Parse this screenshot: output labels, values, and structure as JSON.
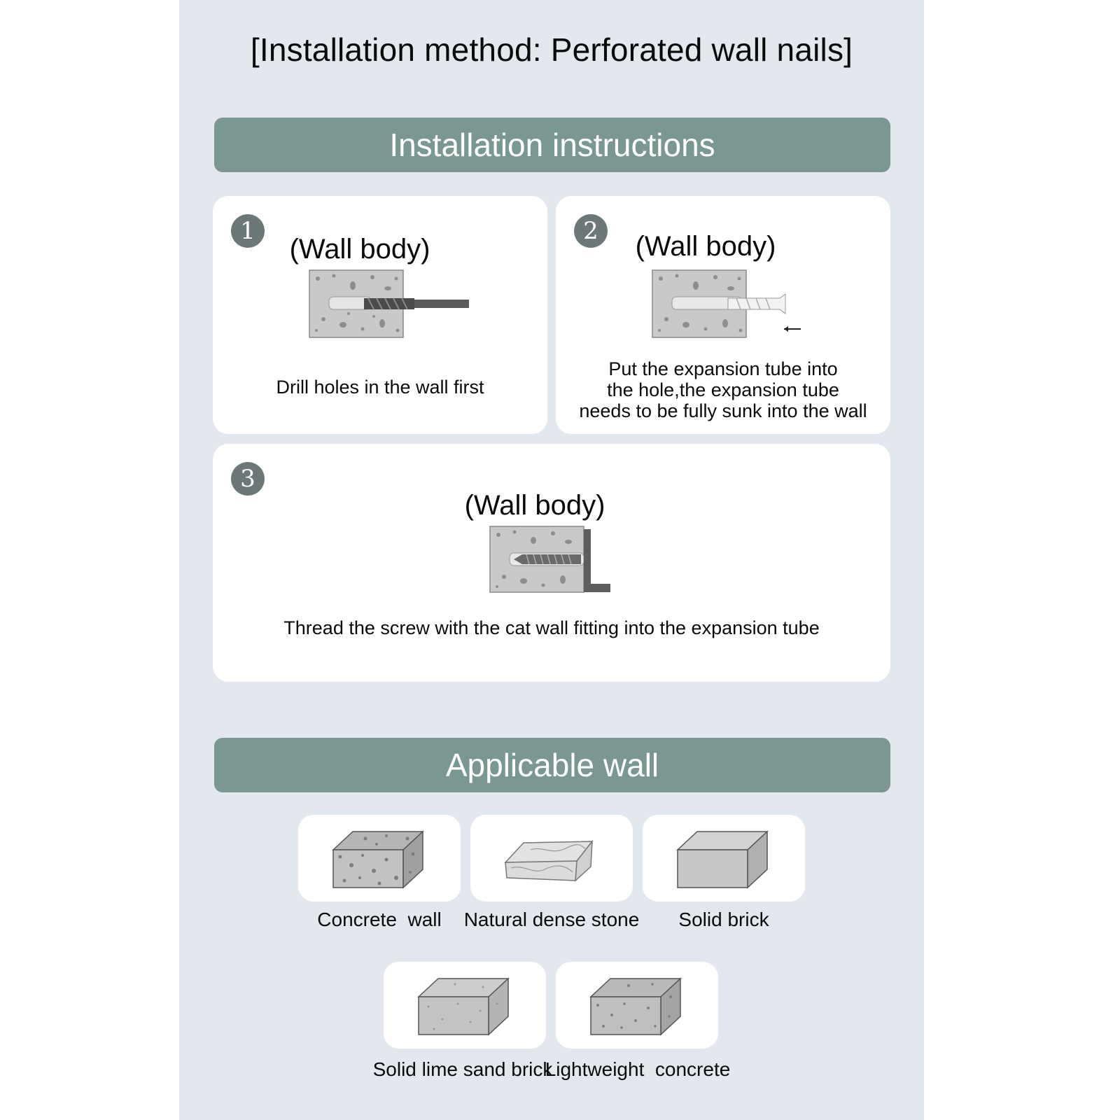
{
  "title": "[Installation method: Perforated wall nails]",
  "instructions_banner": "Installation instructions",
  "steps": [
    {
      "number": "1",
      "wall_label": "(Wall body)",
      "caption": [
        "Drill holes in the wall first"
      ]
    },
    {
      "number": "2",
      "wall_label": "(Wall body)",
      "caption": [
        "Put the expansion tube into",
        "the hole,the expansion tube",
        "needs to be fully sunk into the wall"
      ]
    },
    {
      "number": "3",
      "wall_label": "(Wall body)",
      "caption": [
        "Thread the screw with the cat wall fitting into the expansion tube"
      ]
    }
  ],
  "applicable_banner": "Applicable wall",
  "materials": [
    {
      "label": "Concrete  wall",
      "icon": "concrete-block-icon"
    },
    {
      "label": "Natural dense stone",
      "icon": "stone-block-icon"
    },
    {
      "label": "Solid brick",
      "icon": "solid-brick-icon"
    },
    {
      "label": "Solid lime sand brick",
      "icon": "lime-sand-brick-icon"
    },
    {
      "label": "Lightweight  concrete",
      "icon": "lightweight-concrete-icon"
    }
  ],
  "colors": {
    "panel_background": "#e3e7ee",
    "banner": "#7a9792",
    "step_badge": "#6c7877"
  }
}
